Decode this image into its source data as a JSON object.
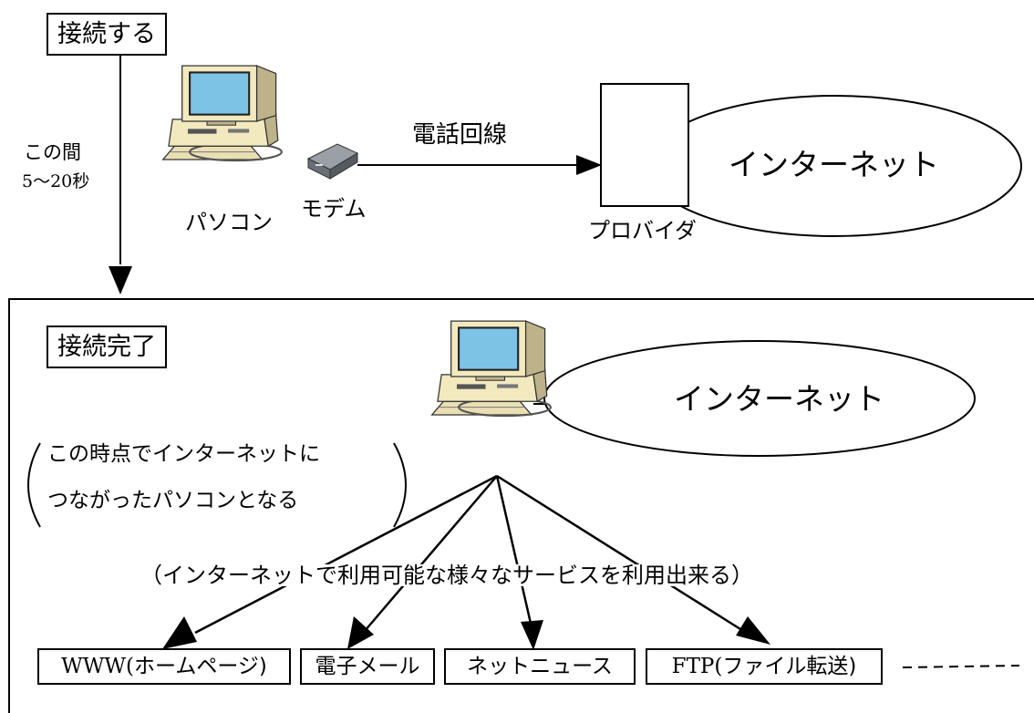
{
  "top": {
    "connect_label": "接続する",
    "duration_line1": "この間",
    "duration_line2": "5～20秒",
    "pc_label": "パソコン",
    "modem_label": "モデム",
    "phone_line_label": "電話回線",
    "provider_label": "プロバイダ",
    "internet_label": "インターネット"
  },
  "bottom": {
    "complete_label": "接続完了",
    "note_line1": "この時点でインターネットに",
    "note_line2": "つながったパソコンとなる",
    "internet_label": "インターネット",
    "services_caption": "（インターネットで利用可能な様々なサービスを利用出来る）",
    "services": [
      {
        "prefix": "WWW(",
        "text": "ホームページ)"
      },
      {
        "prefix": "",
        "text": "電子メール"
      },
      {
        "prefix": "",
        "text": "ネットニュース"
      },
      {
        "prefix": "FTP(",
        "text": "ファイル転送)"
      }
    ]
  },
  "colors": {
    "monitor_body": "#f3e9bf",
    "monitor_shadow": "#bdb28a",
    "screen": "#7cc3e6",
    "modem": "#7a7f86"
  },
  "icons": [
    "computer-icon",
    "modem-icon",
    "arrow-icon"
  ]
}
